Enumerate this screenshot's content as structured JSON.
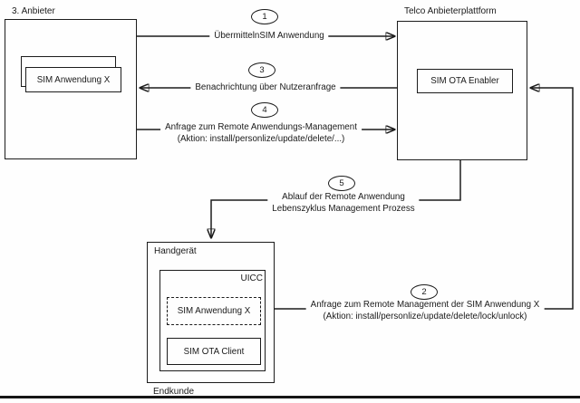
{
  "colors": {
    "ink": "#1c1c1c",
    "background": "#fefefe"
  },
  "provider": {
    "title": "3. Anbieter",
    "card_label": "SIM Anwendung X"
  },
  "telco": {
    "title": "Telco Anbieterplattform",
    "enabler_label": "SIM OTA Enabler"
  },
  "handset": {
    "title": "Handgerät",
    "uicc_label": "UICC",
    "sim_app_label": "SIM Anwendung X",
    "ota_client_label": "SIM OTA Client",
    "owner_label": "Endkunde"
  },
  "flows": {
    "f1": {
      "badge": "1",
      "label": "ÜbermittelnSIM Anwendung"
    },
    "f2": {
      "badge": "2",
      "label": "Anfrage zum Remote Management der SIM Anwendung X",
      "sublabel": "(Aktion: install/personlize/update/delete/lock/unlock)"
    },
    "f3": {
      "badge": "3",
      "label": "Benachrichtung über Nutzeranfrage"
    },
    "f4": {
      "badge": "4",
      "label": "Anfrage zum Remote Anwendungs-Management",
      "sublabel": "(Aktion: install/personlize/update/delete/...)"
    },
    "f5": {
      "badge": "5",
      "label": "Ablauf der Remote Anwendung",
      "sublabel": "Lebenszyklus Management Prozess"
    }
  }
}
